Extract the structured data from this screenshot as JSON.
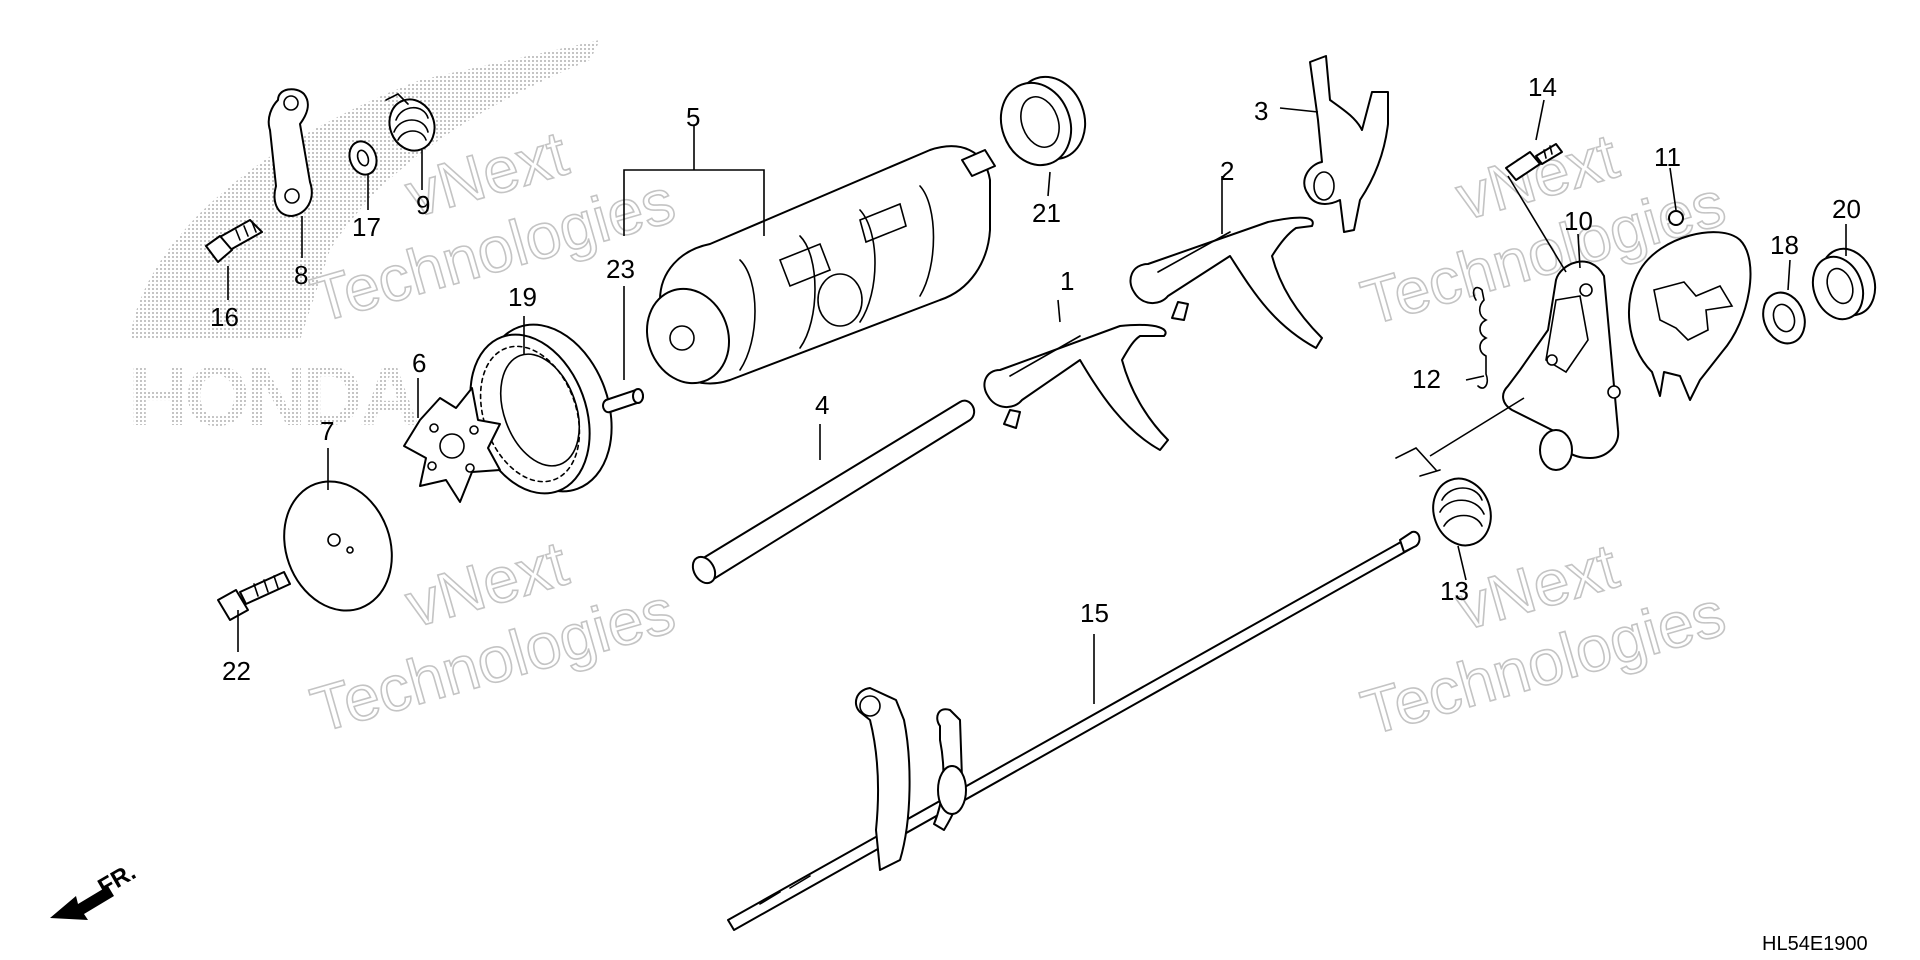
{
  "diagram_code": "HL54E1900",
  "direction_label": "FR.",
  "logo_text": "HONDA",
  "watermark": {
    "line1": "vNext",
    "line2": "Technologies"
  },
  "callouts": {
    "p1": "1",
    "p2": "2",
    "p3": "3",
    "p4": "4",
    "p5": "5",
    "p6": "6",
    "p7": "7",
    "p8": "8",
    "p9": "9",
    "p10": "10",
    "p11": "11",
    "p12": "12",
    "p13": "13",
    "p14": "14",
    "p15": "15",
    "p16": "16",
    "p17": "17",
    "p18": "18",
    "p19": "19",
    "p20": "20",
    "p21": "21",
    "p22": "22",
    "p23": "23"
  }
}
